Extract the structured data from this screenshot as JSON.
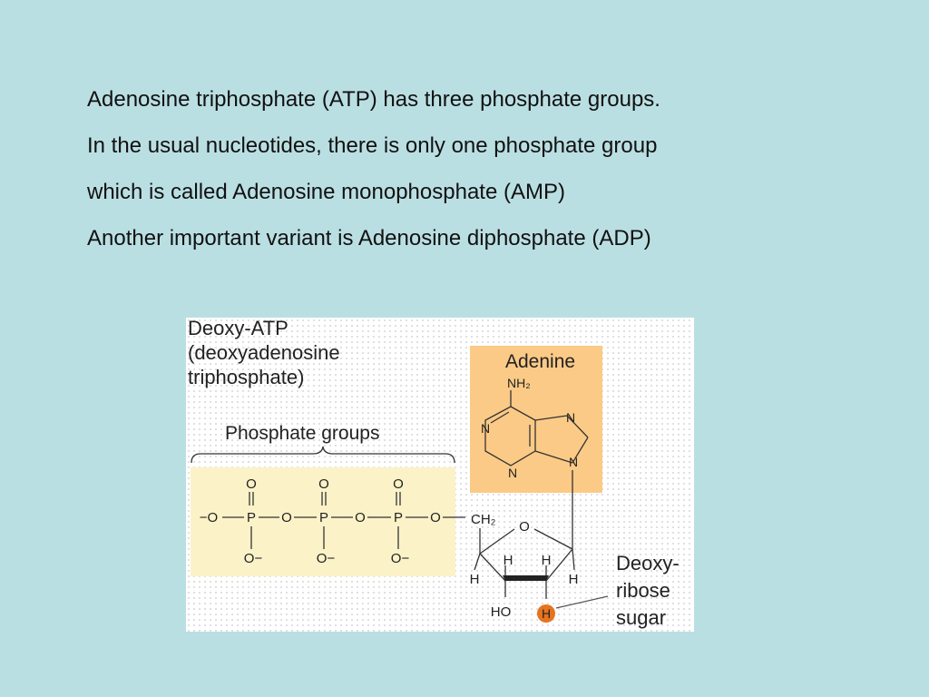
{
  "slide": {
    "lines": [
      "Adenosine triphosphate (ATP) has three phosphate groups.",
      "In the usual nucleotides, there is only one phosphate group",
      "which is called Adenosine monophosphate (AMP)",
      "Another important variant is Adenosine diphosphate (ADP)"
    ]
  },
  "figure": {
    "title_lines": [
      "Deoxy-ATP",
      "(deoxyadenosine",
      "triphosphate)"
    ],
    "phosphate_label": "Phosphate groups",
    "adenine_label": "Adenine",
    "sugar_label_lines": [
      "Deoxy-",
      "ribose",
      "sugar"
    ],
    "atoms": {
      "O": "O",
      "P": "P",
      "O_minus": "O−",
      "minus_O": "−O",
      "N": "N",
      "NH2": "NH₂",
      "CH2": "CH₂",
      "H": "H",
      "HO": "HO"
    },
    "colors": {
      "phosphate_bg": "#fbf2c8",
      "adenine_bg": "#fbca86",
      "highlight_atom": "#e8731e",
      "background": "#badfe3"
    }
  }
}
